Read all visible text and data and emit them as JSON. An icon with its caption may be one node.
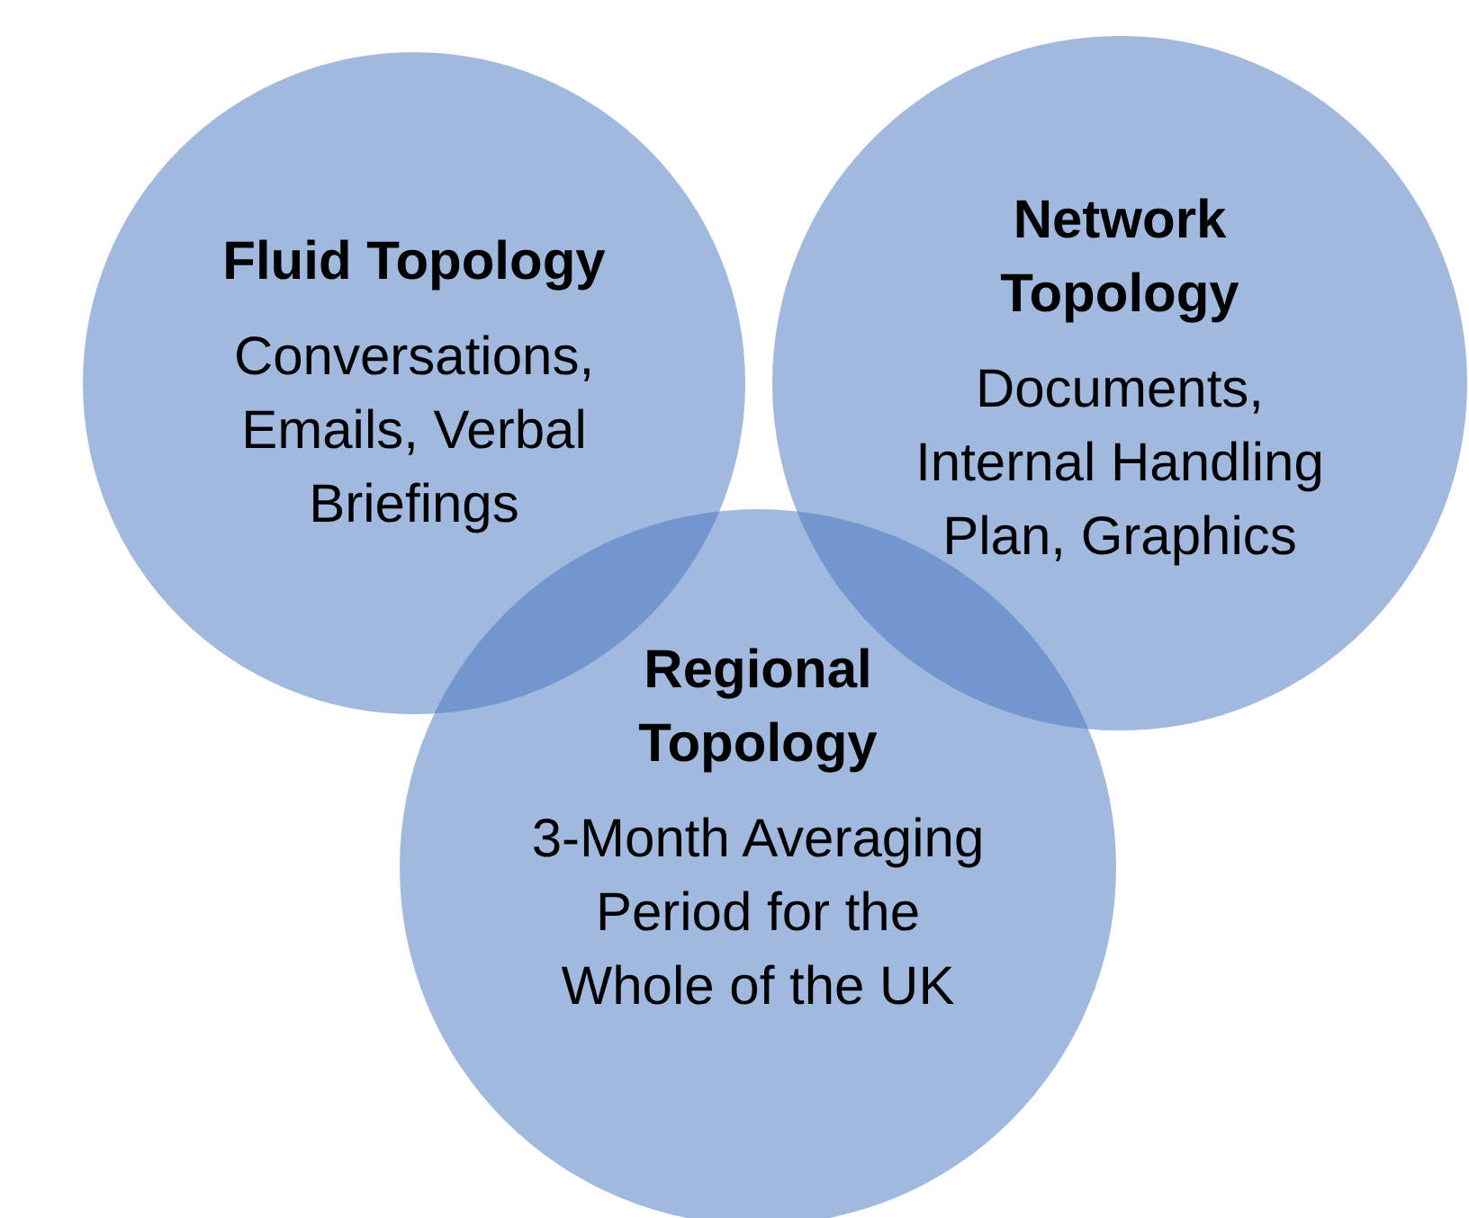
{
  "diagram": {
    "nodes": [
      {
        "text": [
          "Fluid Topology",
          "Conversations, Emails, Verbal Briefings"
        ]
      },
      {
        "text": [
          "Network Topology",
          "Documents, Internal Handling Plan, Graphics"
        ]
      },
      {
        "text": [
          "Regional Topology",
          "3-Month Averaging Period for the Whole of the UK"
        ]
      }
    ],
    "edges": []
  }
}
